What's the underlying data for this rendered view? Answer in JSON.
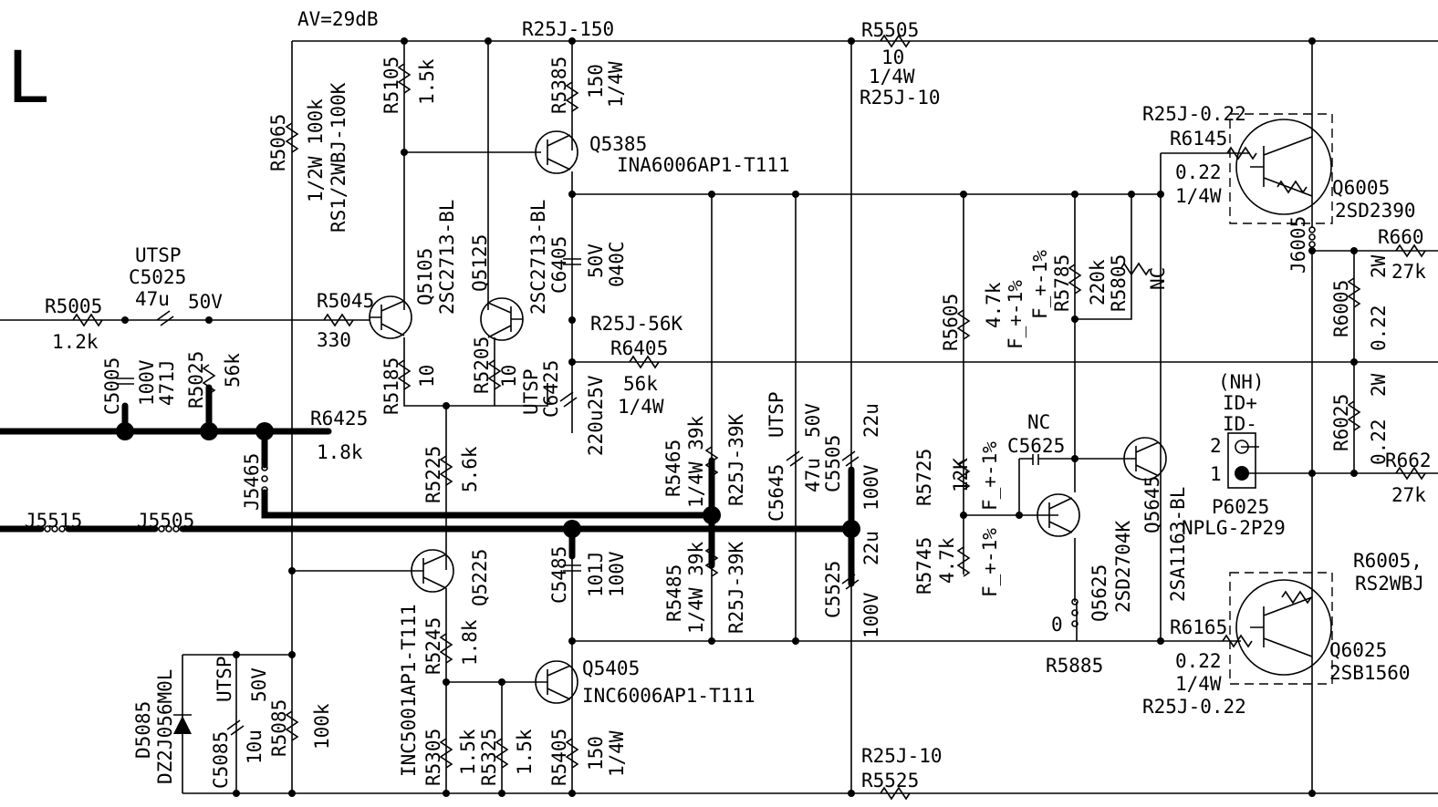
{
  "corner_letter": "L",
  "labels": {
    "av": "AV=29dB",
    "r25j150": "R25J-150",
    "r5505": "R5505",
    "r5505_val": "10",
    "r5505_w": "1/4W",
    "r5505_p": "R25J-10",
    "r5105": "R5105",
    "r5105_val": "1.5k",
    "r5385": "R5385",
    "r5385_val": "150",
    "r5385_w": "1/4W",
    "q5385": "Q5385",
    "q5385_p": "INA6006AP1-T111",
    "r5065": "R5065",
    "r5065_a": "1/2W 100k",
    "r5065_b": "RS1/2WBJ-100K",
    "utsp1": "UTSP",
    "c5025": "C5025",
    "c5025_val": "47u",
    "c5025_v": "50V",
    "r5005": "R5005",
    "r5005_val": "1.2k",
    "r5045": "R5045",
    "r5045_val": "330",
    "q5105": "Q5105",
    "q5105_p": "2SC2713-BL",
    "q5125": "Q5125",
    "q5125_p": "2SC2713-BL",
    "c6405": "C6405",
    "c6405_a": "50V",
    "c6405_b": "040C",
    "r25j56k": "R25J-56K",
    "r6405": "R6405",
    "r6405_val": "56k",
    "r6405_w": "1/4W",
    "c5005": "C5005",
    "c5005_a": "100V",
    "c5005_b": "471J",
    "r5025": "R5025",
    "r5025_val": "56k",
    "r5185": "R5185",
    "r5185_val": "10",
    "r5205": "R5205",
    "r5205_val": "10",
    "utsp2": "UTSP",
    "c6425": "C6425",
    "c6425_val": "220u25V",
    "r6425": "R6425",
    "r6425_val": "1.8k",
    "r5225": "R5225",
    "r5225_val": "5.6k",
    "j5465": "J5465",
    "j5515": "J5515",
    "j5505": "J5505",
    "r5465": "R5465",
    "r5465_val": "1/4W 39k",
    "r5465_p": "R25J-39K",
    "c5645": "C5645",
    "c5645_a": "47u",
    "c5645_b": "50V",
    "utsp3": "UTSP",
    "c5505": "C5505",
    "c5505_a": "22u",
    "c5505_b": "100V",
    "r5485": "R5485",
    "r5485_val": "1/4W 39k",
    "r5485_p": "R25J-39K",
    "c5485": "C5485",
    "c5485_a": "101J",
    "c5485_b": "100V",
    "c5525": "C5525",
    "c5525_a": "22u",
    "c5525_b": "100V",
    "q5225": "Q5225",
    "q5225_p": "INC5001AP1-T111",
    "r5245": "R5245",
    "r5245_val": "1.8k",
    "q5405": "Q5405",
    "q5405_p": "INC6006AP1-T111",
    "d5085": "D5085",
    "d5085_p": "DZ2J056M0L",
    "utsp4": "UTSP",
    "c5085": "C5085",
    "c5085_a": "10u",
    "c5085_b": "50V",
    "r5085": "R5085",
    "r5085_val": "100k",
    "r5305": "R5305",
    "r5305_val": "1.5k",
    "r5325": "R5325",
    "r5325_val": "1.5k",
    "r5405": "R5405",
    "r5405_val": "150",
    "r5405_w": "1/4W",
    "r25j10": "R25J-10",
    "r5525": "R5525",
    "r5605": "R5605",
    "r5605_val": "4.7k",
    "r5605_tol": "F_+-1%",
    "r5785": "R5785",
    "r5785_val": "220k",
    "r5785_tol": "F_+-1%",
    "r5805": "R5805",
    "nc1": "NC",
    "nc2": "NC",
    "c5625": "C5625",
    "r5725": "R5725",
    "r5725_val": "12K",
    "r5725_tol": "F_+-1%",
    "r5745": "R5745",
    "r5745_val": "4.7k",
    "r5745_tol": "F_+-1%",
    "q5625": "Q5625",
    "q5625_p": "2SD2704K",
    "q5645": "Q5645",
    "q5645_p": "2SA1163-BL",
    "r5885": "R5885",
    "r5885_zero": "0",
    "r25j022a": "R25J-0.22",
    "r6145": "R6145",
    "r6145_val": "0.22",
    "r6145_w": "1/4W",
    "q6005": "Q6005",
    "q6005_p": "2SD2390",
    "j6005": "J6005",
    "r660": "R660",
    "r660_val": "27k",
    "r6005": "R6005",
    "r6005_a": "2W",
    "r6005_b": "0.22",
    "nh": "(NH)",
    "idp": "ID+",
    "idm": "ID-",
    "pin2": "2",
    "pin1": "1",
    "p6025": "P6025",
    "p6025_p": "NPLG-2P29",
    "r6025": "R6025",
    "r6025_a": "2W",
    "r6025_b": "0.22",
    "r662": "R662",
    "r662_val": "27k",
    "r6005_note1": "R6005,",
    "r6005_note2": "RS2WBJ",
    "r6165": "R6165",
    "r6165_val": "0.22",
    "r6165_w": "1/4W",
    "r25j022b": "R25J-0.22",
    "q6025": "Q6025",
    "q6025_p": "2SB1560"
  }
}
